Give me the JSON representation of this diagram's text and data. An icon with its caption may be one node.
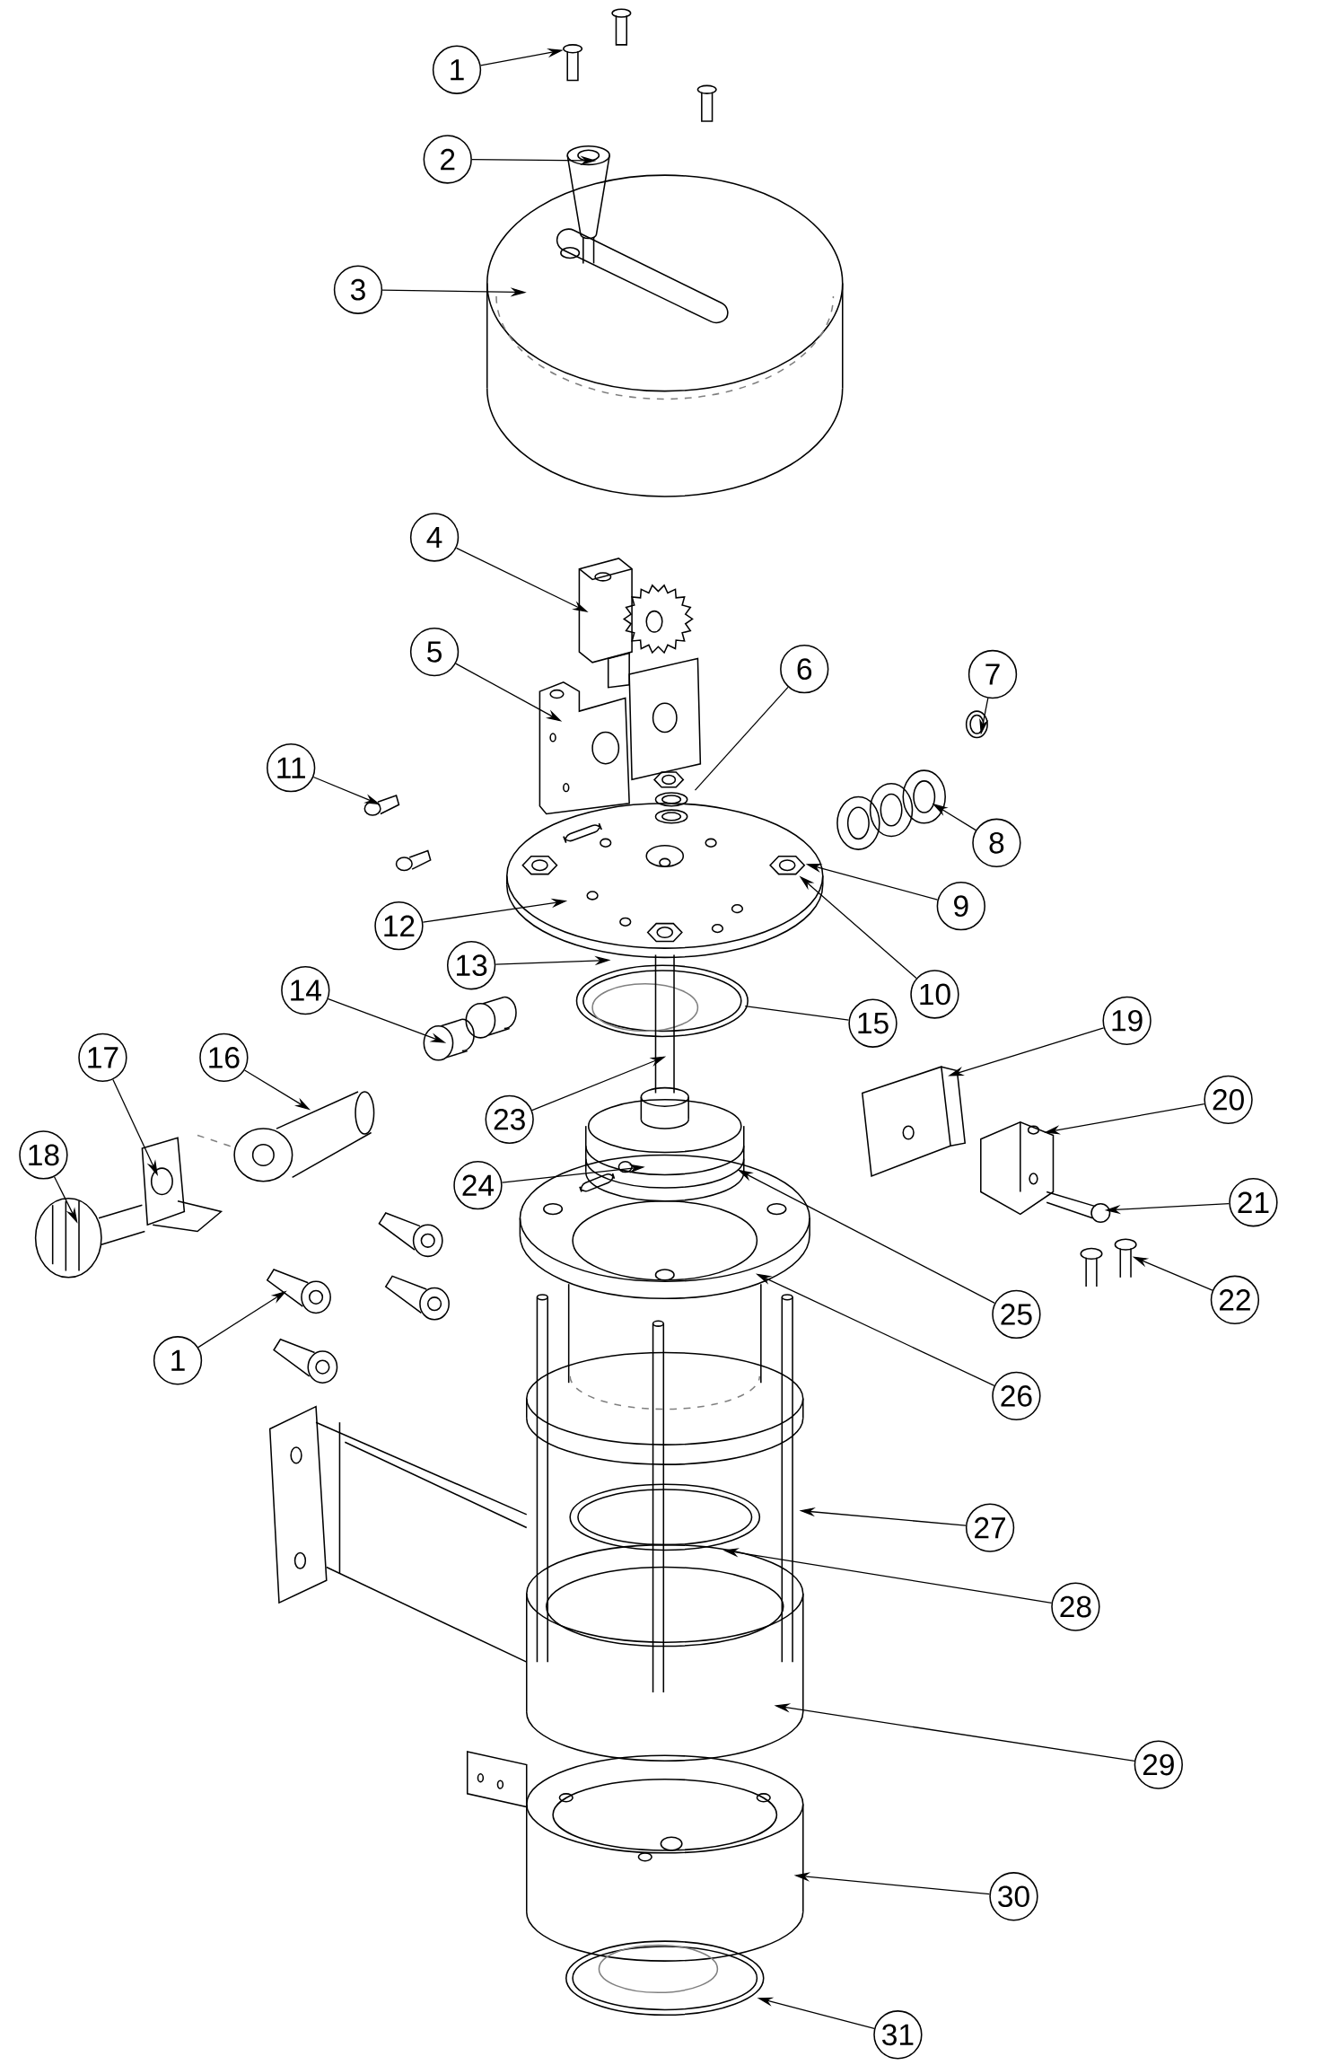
{
  "diagram": {
    "nodes": [
      {
        "text": [
          "1"
        ]
      },
      {
        "text": [
          "2"
        ]
      },
      {
        "text": [
          "3"
        ]
      },
      {
        "text": [
          "4"
        ]
      },
      {
        "text": [
          "5"
        ]
      },
      {
        "text": [
          "6"
        ]
      },
      {
        "text": [
          "7"
        ]
      },
      {
        "text": [
          "11"
        ]
      },
      {
        "text": [
          "8"
        ]
      },
      {
        "text": [
          "9"
        ]
      },
      {
        "text": [
          "12"
        ]
      },
      {
        "text": [
          "13"
        ]
      },
      {
        "text": [
          "14"
        ]
      },
      {
        "text": [
          "10"
        ]
      },
      {
        "text": [
          "19"
        ]
      },
      {
        "text": [
          "15"
        ]
      },
      {
        "text": [
          "16"
        ]
      },
      {
        "text": [
          "17"
        ]
      },
      {
        "text": [
          "20"
        ]
      },
      {
        "text": [
          "23"
        ]
      },
      {
        "text": [
          "18"
        ]
      },
      {
        "text": [
          "24"
        ]
      },
      {
        "text": [
          "21"
        ]
      },
      {
        "text": [
          "22"
        ]
      },
      {
        "text": [
          "25"
        ]
      },
      {
        "text": [
          "1"
        ]
      },
      {
        "text": [
          "26"
        ]
      },
      {
        "text": [
          "27"
        ]
      },
      {
        "text": [
          "28"
        ]
      },
      {
        "text": [
          "29"
        ]
      },
      {
        "text": [
          "30"
        ]
      },
      {
        "text": [
          "31"
        ]
      }
    ],
    "edges": [
      {
        "from": 0,
        "to": null,
        "arrow": "to"
      },
      {
        "from": 1,
        "to": null,
        "arrow": "to"
      },
      {
        "from": 2,
        "to": null,
        "arrow": "to"
      },
      {
        "from": 3,
        "to": null,
        "arrow": "to"
      },
      {
        "from": 4,
        "to": null,
        "arrow": "to"
      },
      {
        "from": 5,
        "to": null,
        "arrow": "none"
      },
      {
        "from": 6,
        "to": null,
        "arrow": "to"
      },
      {
        "from": 7,
        "to": null,
        "arrow": "to"
      },
      {
        "from": 8,
        "to": null,
        "arrow": "to"
      },
      {
        "from": 9,
        "to": null,
        "arrow": "to"
      },
      {
        "from": 10,
        "to": null,
        "arrow": "to"
      },
      {
        "from": 11,
        "to": null,
        "arrow": "to"
      },
      {
        "from": 12,
        "to": null,
        "arrow": "to"
      },
      {
        "from": 13,
        "to": null,
        "arrow": "to"
      },
      {
        "from": 14,
        "to": null,
        "arrow": "to"
      },
      {
        "from": 15,
        "to": null,
        "arrow": "none"
      },
      {
        "from": 16,
        "to": null,
        "arrow": "to"
      },
      {
        "from": 17,
        "to": null,
        "arrow": "to"
      },
      {
        "from": 18,
        "to": null,
        "arrow": "to"
      },
      {
        "from": 19,
        "to": null,
        "arrow": "to"
      },
      {
        "from": 20,
        "to": null,
        "arrow": "to"
      },
      {
        "from": 21,
        "to": null,
        "arrow": "to"
      },
      {
        "from": 22,
        "to": null,
        "arrow": "to"
      },
      {
        "from": 23,
        "to": null,
        "arrow": "to"
      },
      {
        "from": 24,
        "to": null,
        "arrow": "to"
      },
      {
        "from": 25,
        "to": null,
        "arrow": "to"
      },
      {
        "from": 26,
        "to": null,
        "arrow": "to"
      },
      {
        "from": 27,
        "to": null,
        "arrow": "to"
      },
      {
        "from": 28,
        "to": null,
        "arrow": "to"
      },
      {
        "from": 29,
        "to": null,
        "arrow": "to"
      },
      {
        "from": 30,
        "to": null,
        "arrow": "to"
      },
      {
        "from": 31,
        "to": null,
        "arrow": "to"
      }
    ]
  }
}
